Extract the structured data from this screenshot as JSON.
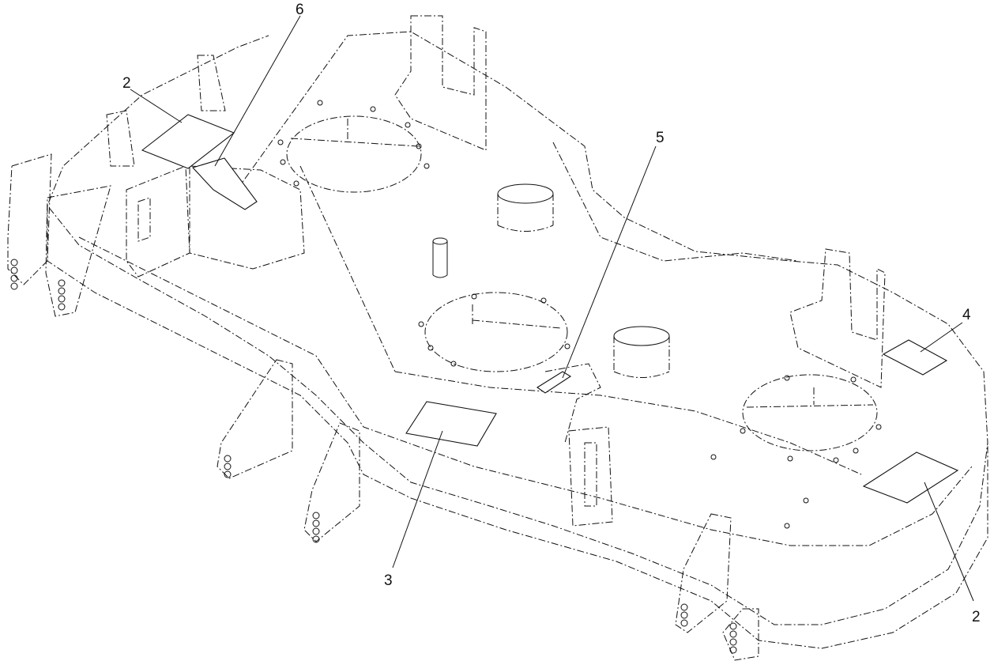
{
  "callouts": [
    {
      "id": "c2a",
      "label": "2"
    },
    {
      "id": "c6",
      "label": "6"
    },
    {
      "id": "c5",
      "label": "5"
    },
    {
      "id": "c4",
      "label": "4"
    },
    {
      "id": "c3",
      "label": "3"
    },
    {
      "id": "c2b",
      "label": "2"
    }
  ]
}
